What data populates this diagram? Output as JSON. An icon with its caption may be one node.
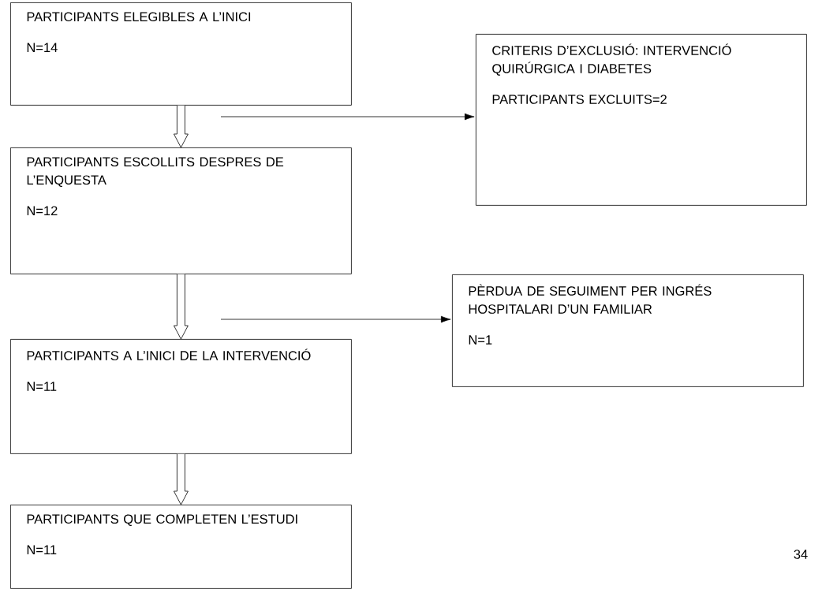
{
  "diagram": {
    "nodes": [
      {
        "text": [
          "PARTICIPANTS ELEGIBLES A L’INICI",
          "N=14"
        ]
      },
      {
        "text": [
          "PARTICIPANTS ESCOLLITS DESPRES DE L’ENQUESTA",
          "N=12"
        ]
      },
      {
        "text": [
          "PARTICIPANTS A L’INICI DE LA INTERVENCIÓ",
          "N=11"
        ]
      },
      {
        "text": [
          "PARTICIPANTS QUE COMPLETEN L’ESTUDI",
          "N=11"
        ]
      },
      {
        "text": [
          "CRITERIS D’EXCLUSIÓ: INTERVENCIÓ QUIRÚRGICA  I DIABETES",
          "PARTICIPANTS EXCLUITS=2"
        ]
      },
      {
        "text": [
          "PÈRDUA DE SEGUIMENT PER INGRÉS HOSPITALARI D’UN FAMILIAR",
          "N=1"
        ]
      }
    ],
    "edges": [
      {
        "from": 0,
        "to": 1,
        "arrow": "to"
      },
      {
        "from": 1,
        "to": 2,
        "arrow": "to"
      },
      {
        "from": 2,
        "to": 3,
        "arrow": "to"
      },
      {
        "from": null,
        "to": 4,
        "arrow": "to"
      },
      {
        "from": null,
        "to": 5,
        "arrow": "to"
      }
    ],
    "labels": [
      "34"
    ]
  }
}
